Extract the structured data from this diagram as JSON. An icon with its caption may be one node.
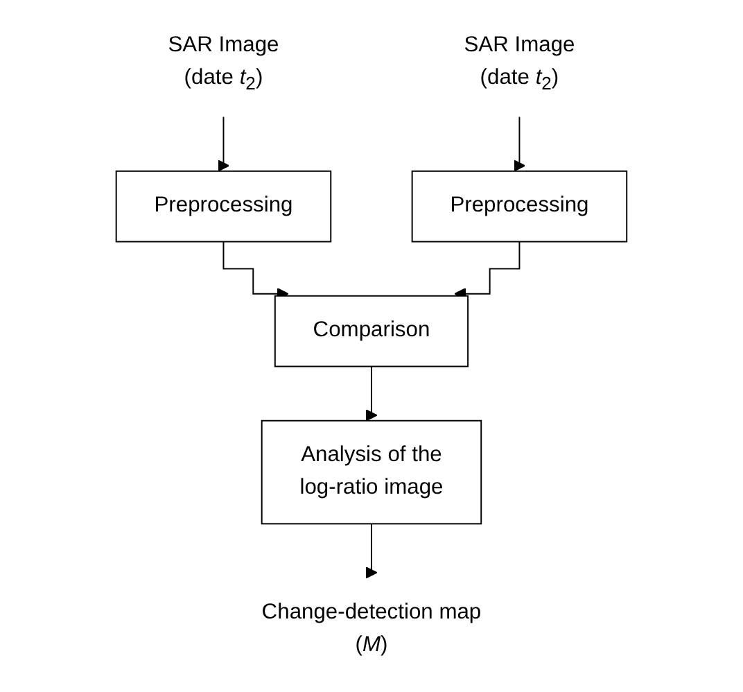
{
  "diagram": {
    "nodes": [
      {
        "text": [
          "SAR Image (date *t*$_{2}$)"
        ]
      },
      {
        "text": [
          "SAR Image (date *t*$_{2}$)"
        ]
      },
      {
        "text": [
          "Preprocessing"
        ]
      },
      {
        "text": [
          "Preprocessing"
        ]
      },
      {
        "text": [
          "Comparison"
        ]
      },
      {
        "text": [
          "Analysis of the log-ratio image"
        ]
      },
      {
        "text": [
          "Change-detection map (*M*)"
        ]
      }
    ],
    "edges": [
      {
        "from": 0,
        "to": 2,
        "arrow": "to"
      },
      {
        "from": 1,
        "to": 3,
        "arrow": "to"
      },
      {
        "from": 2,
        "to": 4,
        "arrow": "to"
      },
      {
        "from": 3,
        "to": 4,
        "arrow": "to"
      },
      {
        "from": 4,
        "to": 5,
        "arrow": "to"
      },
      {
        "from": 5,
        "to": 6,
        "arrow": "to"
      }
    ]
  }
}
